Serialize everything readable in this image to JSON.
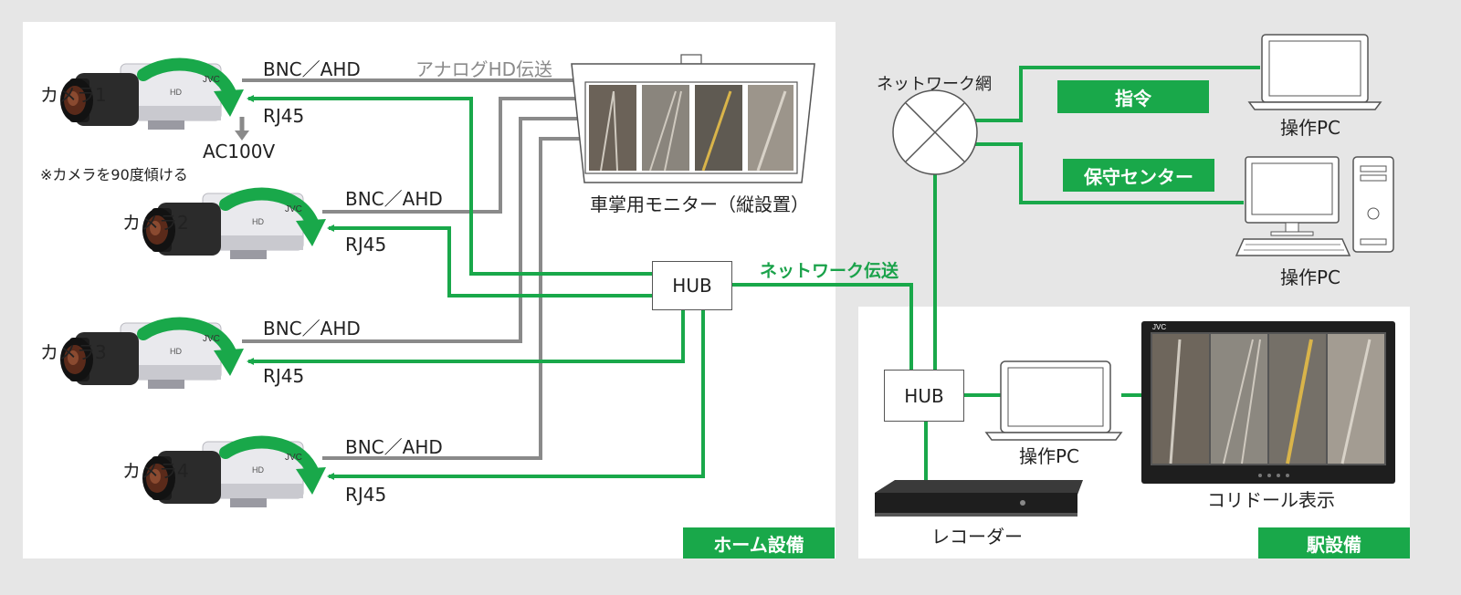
{
  "home": {
    "tag": "ホーム設備",
    "cameras": [
      {
        "label": "カメラ1",
        "bnc": "BNC／AHD",
        "rj": "RJ45"
      },
      {
        "label": "カメラ2",
        "bnc": "BNC／AHD",
        "rj": "RJ45"
      },
      {
        "label": "カメラ3",
        "bnc": "BNC／AHD",
        "rj": "RJ45"
      },
      {
        "label": "カメラ4",
        "bnc": "BNC／AHD",
        "rj": "RJ45"
      }
    ],
    "camera_brand": "JVC",
    "camera_badge": "HD",
    "camera1_note": "※カメラを90度傾ける",
    "power": "AC100V",
    "analog_label": "アナログHD伝送",
    "monitor_label": "車掌用モニター（縦設置）",
    "hub": "HUB",
    "network_transfer": "ネットワーク伝送"
  },
  "station": {
    "tag": "駅設備",
    "hub": "HUB",
    "pc_label": "操作PC",
    "recorder_label": "レコーダー",
    "corridor_label": "コリドール表示",
    "monitor_brand": "JVC"
  },
  "network": {
    "label": "ネットワーク網",
    "command_tag": "指令",
    "maintenance_tag": "保守センター",
    "pc1_label": "操作PC",
    "pc2_label": "操作PC"
  },
  "colors": {
    "green": "#19a84a",
    "gray": "#8a8a8a",
    "panel": "#ffffff",
    "background": "#e6e6e6"
  }
}
